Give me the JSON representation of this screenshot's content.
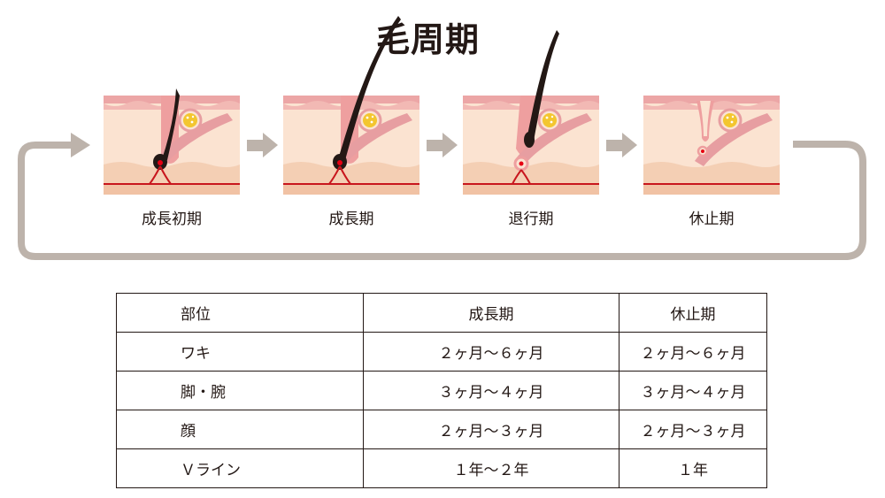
{
  "title": "毛周期",
  "stages": [
    {
      "label": "成長初期"
    },
    {
      "label": "成長期"
    },
    {
      "label": "退行期"
    },
    {
      "label": "休止期"
    }
  ],
  "table": {
    "headers": [
      "部位",
      "成長期",
      "休止期"
    ],
    "rows": [
      {
        "part": "ワキ",
        "growth": "２ヶ月〜６ヶ月",
        "rest": "２ヶ月〜６ヶ月"
      },
      {
        "part": "脚・腕",
        "growth": "３ヶ月〜４ヶ月",
        "rest": "３ヶ月〜４ヶ月"
      },
      {
        "part": "顔",
        "growth": "２ヶ月〜３ヶ月",
        "rest": "２ヶ月〜３ヶ月"
      },
      {
        "part": "Ｖライン",
        "growth": "１年〜２年",
        "rest": "１年"
      }
    ]
  },
  "colors": {
    "skin_light": "#fbe3d1",
    "skin_top": "#eca6a6",
    "fat_layer": "#f1c2a4",
    "blood_line": "#c8161d",
    "gland": "#f3c62f",
    "hair": "#231815",
    "cycle_arrow": "#bdb3ab"
  }
}
